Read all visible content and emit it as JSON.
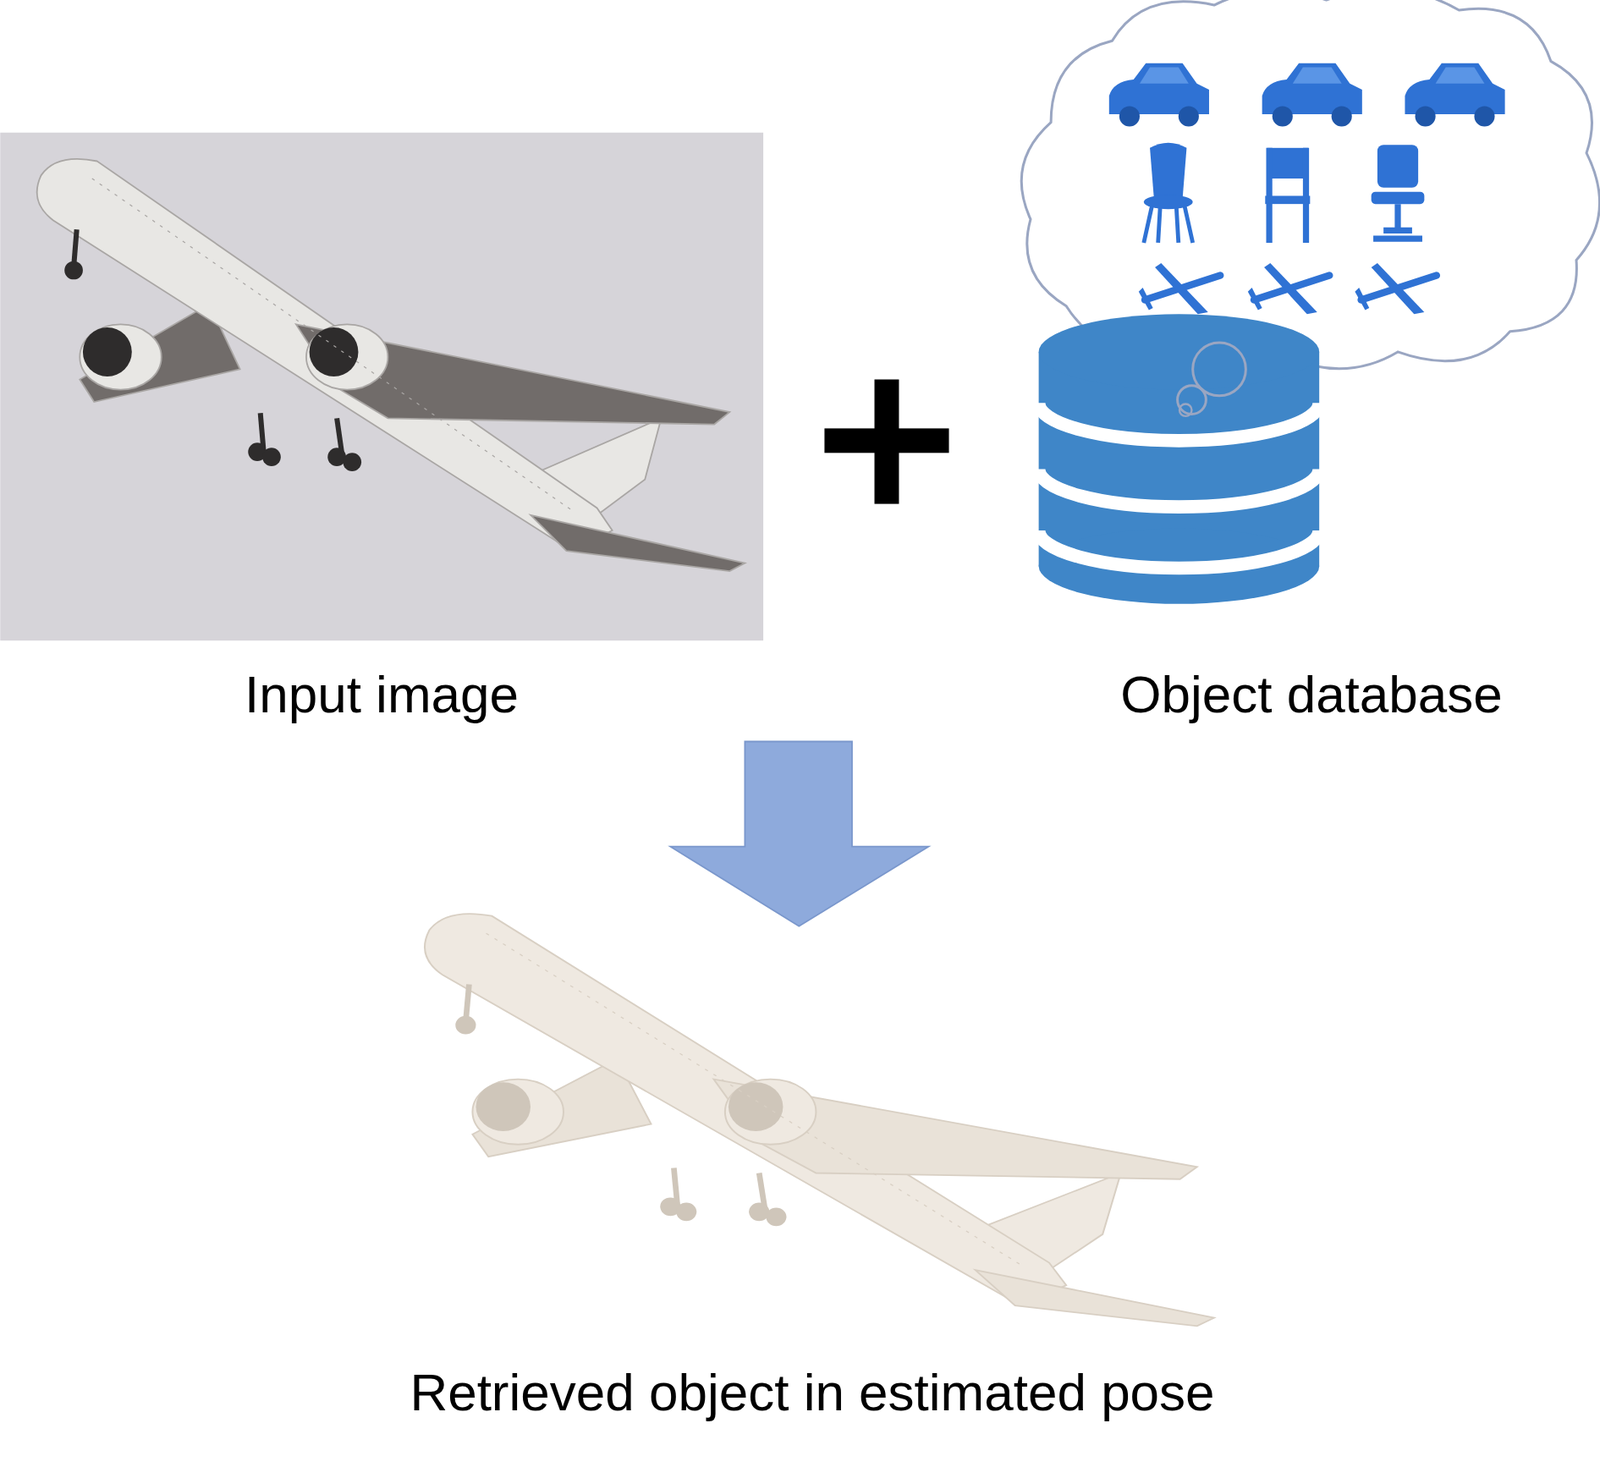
{
  "diagram": {
    "nodes": [
      {
        "text": [
          "Input image"
        ]
      },
      {
        "text": [
          "Object database"
        ]
      },
      {
        "text": [
          "Retrieved object in estimated pose"
        ]
      }
    ]
  }
}
